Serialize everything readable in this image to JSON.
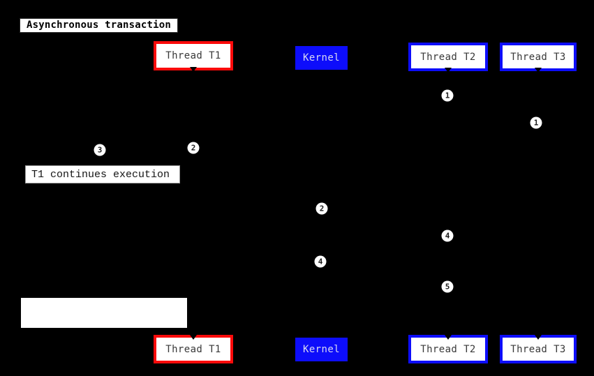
{
  "title": {
    "label": "Asynchronous transaction"
  },
  "colors": {
    "background": "#000000",
    "thread_t1_accent": "#fb0a0a",
    "thread_t2_t3_accent": "#0d0dfb",
    "kernel_fill": "#0d0dfb",
    "kernel_text": "#d9d9f2",
    "participant_text": "#383838",
    "badge_fill": "#ffffff",
    "badge_text": "#1c1c1c"
  },
  "actors": [
    {
      "id": "thread-t1",
      "label": "Thread T1",
      "accent": "red",
      "type": "thread"
    },
    {
      "id": "kernel",
      "label": "Kernel",
      "accent": "blue",
      "type": "kernel"
    },
    {
      "id": "thread-t2",
      "label": "Thread T2",
      "accent": "blue",
      "type": "thread"
    },
    {
      "id": "thread-t3",
      "label": "Thread T3",
      "accent": "blue",
      "type": "thread"
    }
  ],
  "notes": [
    {
      "id": "note-t1-continues",
      "text": "T1 continues execution"
    },
    {
      "id": "note-blank",
      "text": ""
    }
  ],
  "badges": [
    {
      "label": "1",
      "on": "thread-t2"
    },
    {
      "label": "1",
      "on": "thread-t3"
    },
    {
      "label": "2",
      "on": "thread-t1"
    },
    {
      "label": "3",
      "on": "note-area"
    },
    {
      "label": "2",
      "on": "kernel"
    },
    {
      "label": "4",
      "on": "thread-t2"
    },
    {
      "label": "4",
      "on": "kernel"
    },
    {
      "label": "5",
      "on": "thread-t2"
    }
  ]
}
